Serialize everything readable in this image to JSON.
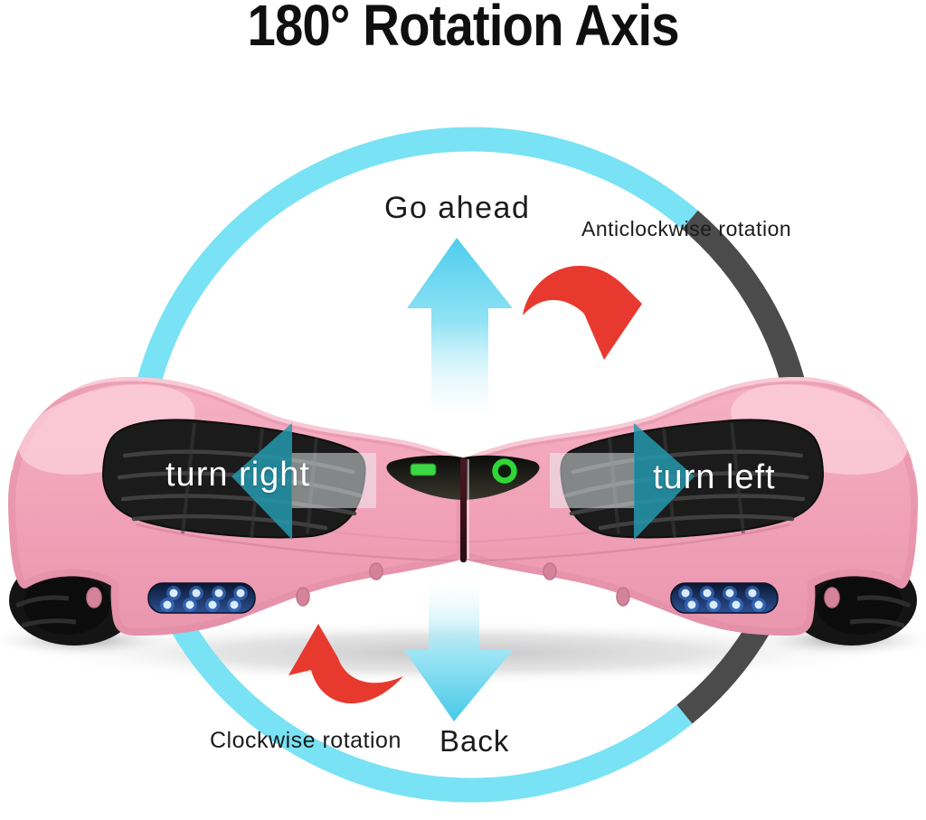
{
  "title": "180° Rotation Axis",
  "labels": {
    "go_ahead": "Go ahead",
    "anticlockwise_rotation": "Anticlockwise rotation",
    "clockwise_rotation": "Clockwise rotation",
    "back": "Back",
    "turn_right": "turn right",
    "turn_left": "turn left"
  },
  "icons": {
    "rotation_ring": "large circle, cyan with dark-gray right segment",
    "forward_arrow": "large cyan arrow pointing up",
    "back_arrow": "large cyan arrow pointing down",
    "anticlockwise_arrow": "red curved arrow, top right",
    "clockwise_arrow": "red curved arrow, bottom left",
    "turn_right_arrow": "teal arrow pointing left on left foot pad",
    "turn_left_arrow": "teal arrow pointing right on right foot pad",
    "battery_indicator": "green rounded bar on left console",
    "power_indicator": "green ring on right console",
    "led_strip": "blue LED dots strip on lower body"
  },
  "colors": {
    "background": "#ffffff",
    "title_text": "#0f0f0f",
    "label_text": "#1b1b1b",
    "ring_cyan": "#79e2f4",
    "ring_gray": "#4b4b4b",
    "arrow_red": "#e8392e",
    "arrow_cyan": "#4ecdee",
    "turn_arrow_teal": "#2399ae",
    "body_pink": "#f0a4b8",
    "pad_black": "#1b1b1b",
    "indicator_green": "#2fd636",
    "led_blue": "#dcecff"
  }
}
